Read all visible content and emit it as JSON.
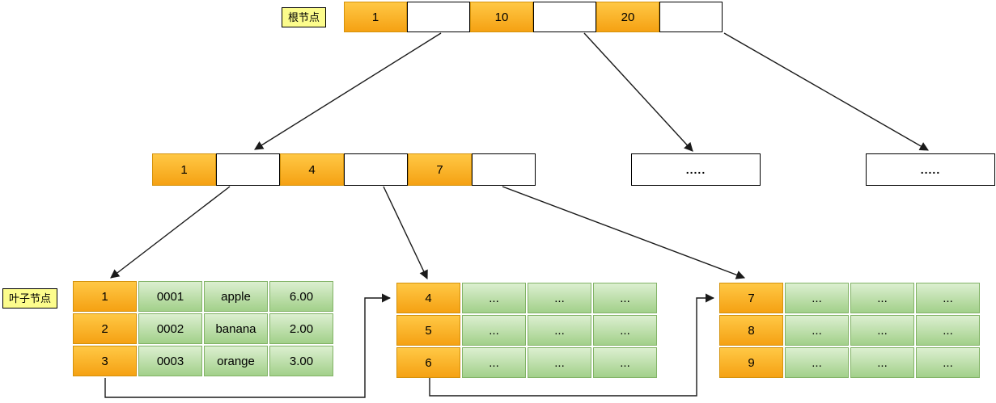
{
  "labels": {
    "root": "根节点",
    "leaf": "叶子节点"
  },
  "root_node": {
    "cells": [
      "1",
      "",
      "10",
      "",
      "20",
      ""
    ]
  },
  "internal_node": {
    "cells": [
      "1",
      "",
      "4",
      "",
      "7",
      ""
    ]
  },
  "overflow_nodes": {
    "left": ".....",
    "right": "....."
  },
  "leaf_tables": [
    {
      "rows": [
        [
          "1",
          "0001",
          "apple",
          "6.00"
        ],
        [
          "2",
          "0002",
          "banana",
          "2.00"
        ],
        [
          "3",
          "0003",
          "orange",
          "3.00"
        ]
      ]
    },
    {
      "rows": [
        [
          "4",
          "...",
          "...",
          "..."
        ],
        [
          "5",
          "...",
          "...",
          "..."
        ],
        [
          "6",
          "...",
          "...",
          "..."
        ]
      ]
    },
    {
      "rows": [
        [
          "7",
          "...",
          "...",
          "..."
        ],
        [
          "8",
          "...",
          "...",
          "..."
        ],
        [
          "9",
          "...",
          "...",
          "..."
        ]
      ]
    }
  ],
  "colors": {
    "key_top": "#FFC845",
    "key_bottom": "#F5A113",
    "key_border": "#D4920B",
    "green_top": "#DCEFD0",
    "green_bottom": "#A2D08A",
    "green_border": "#82B366",
    "label_bg": "#FCFC8C",
    "arrow": "#1A1A1A"
  }
}
